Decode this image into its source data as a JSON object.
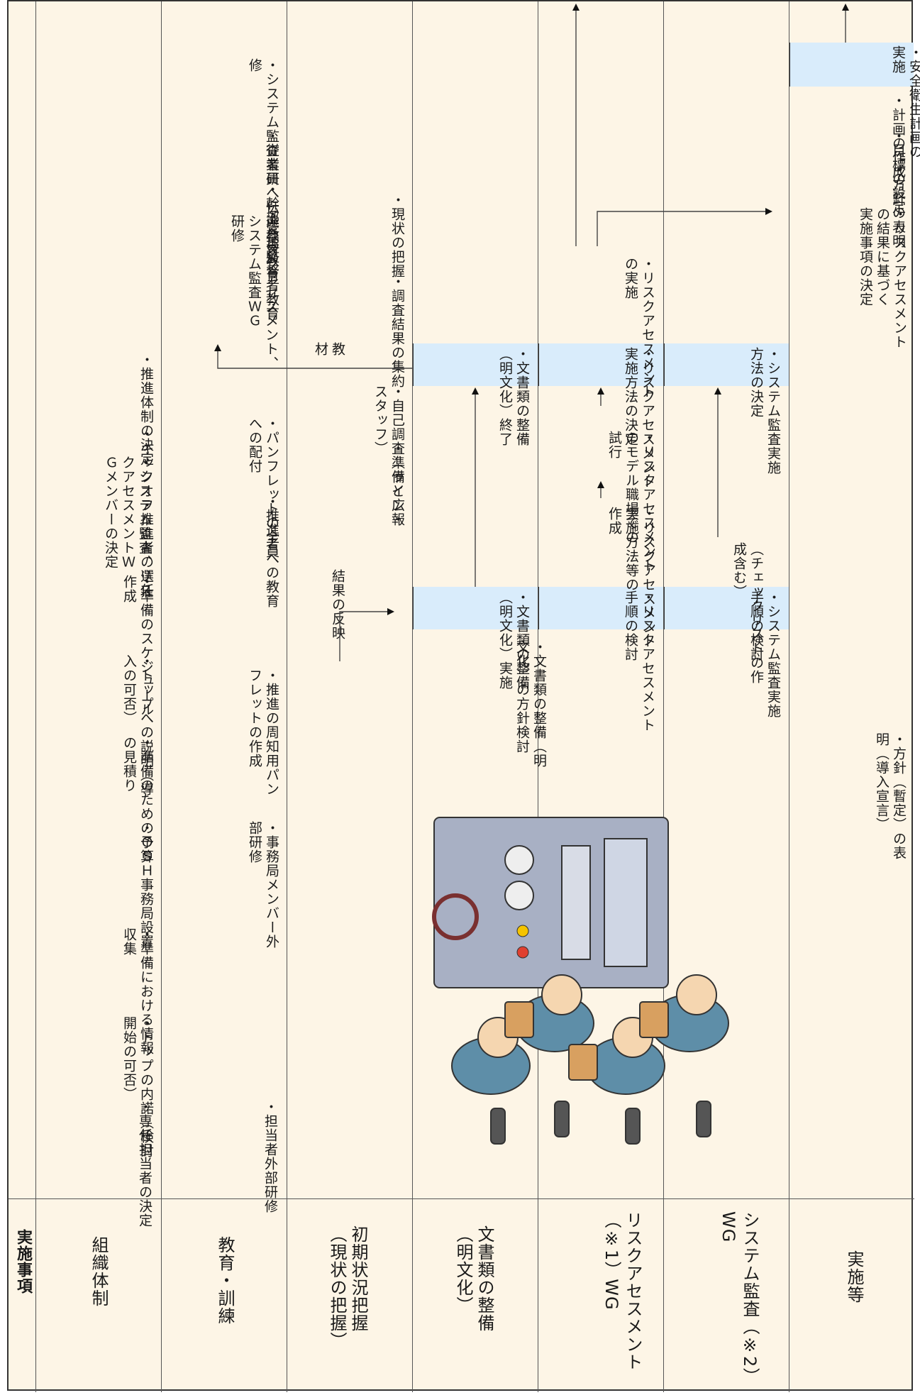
{
  "headers": [
    "実施事項",
    "組織体制",
    "教育・訓練",
    "初期状況把握\n（現状の把握）",
    "文書類の整備\n（明文化）",
    "リスクアセスメント（※1）WG",
    "システム監査（※2）WG",
    "実施等"
  ],
  "items": [
    "・専任担当者の決定",
    "・トップの内諾（検討\n開始の可否）",
    "・準備における情報\n収集",
    "・ＯＳＨ事務局設置",
    "・準備のための予算\nの見積り",
    "・トップへの説明（導\n入の可否）",
    "・準備のスケジュール\n作成",
    "・推進者の選任",
    "・キックオフ",
    "・推進体制の決定",
    "・システム監査、リス\nクアセスメントＷ\nＧメンバーの決定",
    "・担当者外部研修",
    "・事務局メンバー外\n部研修",
    "・推進の周知用パン\nフレットの作成",
    "・推進者への教育",
    "・パンフレットの全員\nへの配付",
    "・幹部への教育",
    "・リスクアセスメント、\nシステム監査ＷＧ\n研修",
    "・管理監督者教育",
    "・従業員へ伝達教育",
    "・システム監査者研\n修",
    "・準備と広報",
    "・自己調査（ライン・\nスタッフ）",
    "・調査結果の集約",
    "・現状の把握",
    "結果の反映",
    "教\n材",
    "・文書類の整備（明\n文化）の方針検討",
    "・文書類の整備\n（明文化）実施",
    "・文書類の整備\n（明文化）終了",
    "・リスクアセスメント\n手順の検討",
    "・リスクアセスメント\n実施方法等の\n作成",
    "・リスクアセスメント\nのモデル職場での\n試行",
    "・リスクアセスメント\n実施方法の決定",
    "・リスクアセスメント\nの実施",
    "・システム監査実施\n手順の検討",
    "（チェックリストの作\n成含む）",
    "・システム監査実施\n方法の決定",
    "・方針（暫定）の表\n明（導入宣言）",
    "・リスクアセスメント\nの結果に基づく\n実施事項の決定",
    "・方針の表明",
    "・目標の設定",
    "・計画の作成",
    "・安全衛生計画の\n実施"
  ],
  "colors": {
    "background": "#fdf5e6",
    "highlight": "#d9ecfb",
    "line": "#555555"
  }
}
